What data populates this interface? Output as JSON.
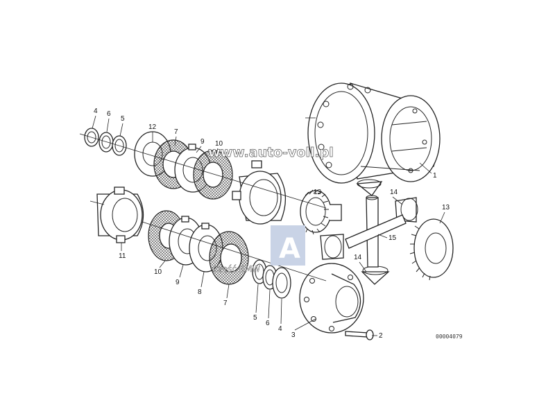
{
  "diagram": {
    "callouts": {
      "c1": "1",
      "c2": "2",
      "c3": "3",
      "c4_top": "4",
      "c4_bottom": "4",
      "c5_top": "5",
      "c5_bottom": "5",
      "c6_top": "6",
      "c6_bottom": "6",
      "c7_top": "7",
      "c7_bottom": "7",
      "c8": "8",
      "c9_top": "9",
      "c9_bottom": "9",
      "c10_top": "10",
      "c10_bottom": "10",
      "c11": "11",
      "c12": "12",
      "c13_left": "13",
      "c13_right": "13",
      "c14_top": "14",
      "c14_bottom": "14",
      "c15": "15"
    },
    "catalog_number": "00004079"
  },
  "watermark": {
    "url": "www.auto-voll.pl",
    "caption": "Część BMW",
    "logo_letter": "A"
  },
  "colors": {
    "line": "#222222",
    "logo_blue": "#c9d3e6",
    "background": "#ffffff"
  }
}
